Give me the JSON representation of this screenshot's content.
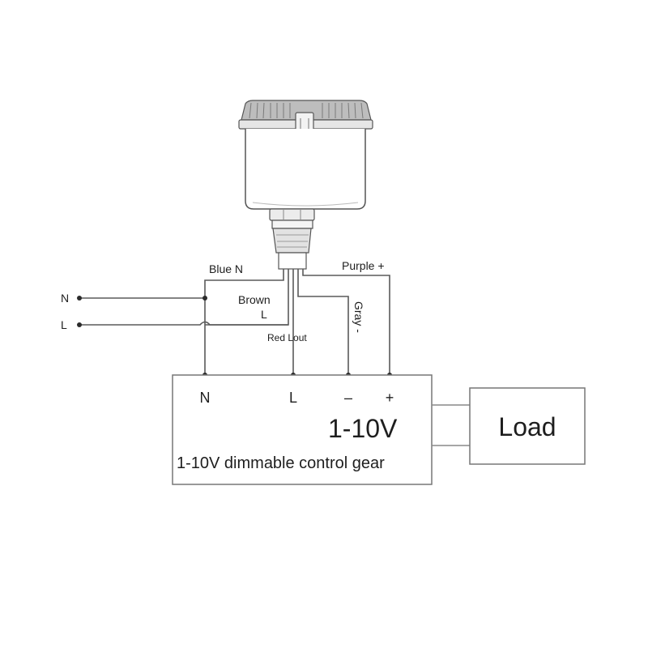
{
  "diagram": {
    "supply": {
      "n_label": "N",
      "l_label": "L"
    },
    "wires": {
      "blue": "Blue N",
      "brown_1": "Brown",
      "brown_2": "L",
      "red": "Red Lout",
      "gray": "Gray -",
      "purple": "Purple +"
    },
    "gear": {
      "terminal_n": "N",
      "terminal_l": "L",
      "terminal_minus": "–",
      "terminal_plus": "+",
      "type_label": "1-10V",
      "description": "1-10V dimmable control gear"
    },
    "load": {
      "label": "Load"
    }
  }
}
